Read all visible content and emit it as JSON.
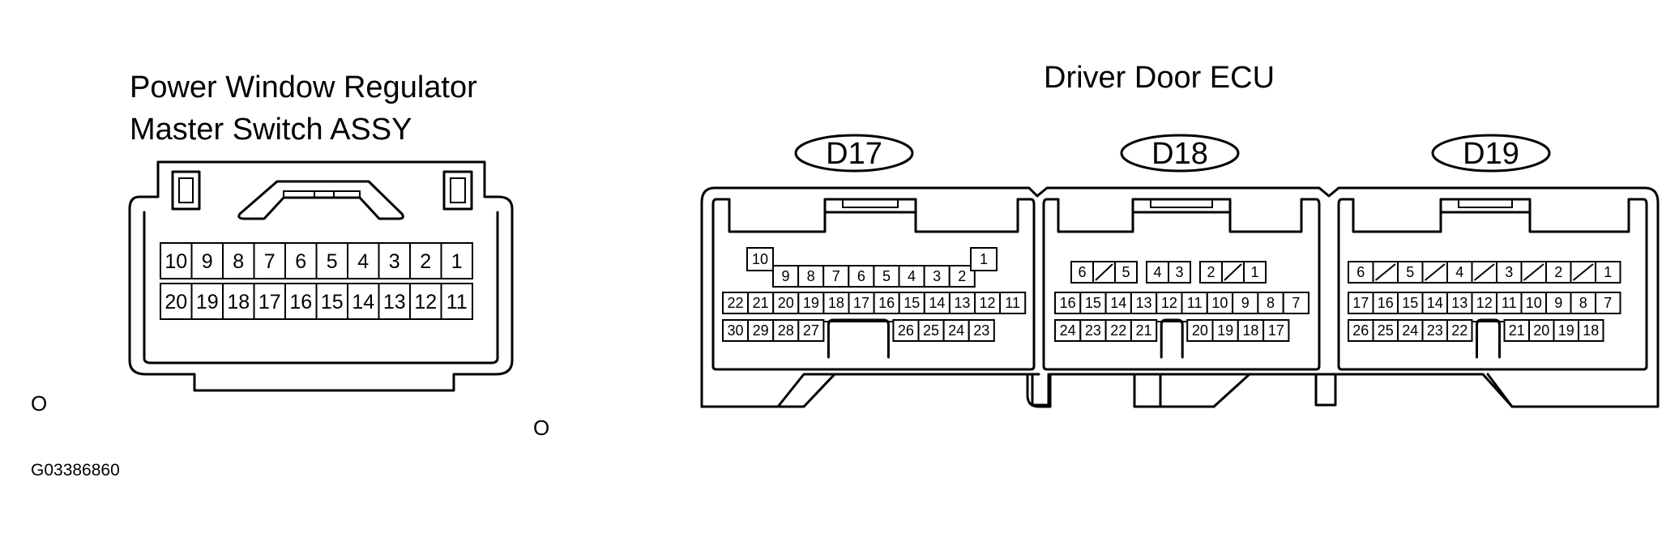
{
  "figure_code": "G03386860",
  "connectors": [
    {
      "id": "master",
      "title_lines": [
        "Power Window Regulator",
        "Master Switch ASSY"
      ],
      "label": "",
      "rows": [
        [
          10,
          9,
          8,
          7,
          6,
          5,
          4,
          3,
          2,
          1
        ],
        [
          20,
          19,
          18,
          17,
          16,
          15,
          14,
          13,
          12,
          11
        ]
      ]
    },
    {
      "id": "d17",
      "label": "D17",
      "rows": [
        [
          10,
          9,
          8,
          7,
          6,
          5,
          4,
          3,
          2,
          1
        ],
        [
          22,
          21,
          20,
          19,
          18,
          17,
          16,
          15,
          14,
          13,
          12,
          11
        ],
        [
          30,
          29,
          28,
          27,
          null,
          26,
          25,
          24,
          23
        ]
      ]
    },
    {
      "id": "d18",
      "label": "D18",
      "rows": [
        [
          6,
          null,
          5,
          4,
          3,
          2,
          null,
          1
        ],
        [
          16,
          15,
          14,
          13,
          12,
          11,
          10,
          9,
          8,
          7
        ],
        [
          24,
          23,
          22,
          21,
          null,
          20,
          19,
          18,
          17
        ]
      ]
    },
    {
      "id": "d19",
      "label": "D19",
      "rows": [
        [
          6,
          null,
          5,
          null,
          4,
          null,
          3,
          null,
          2,
          null,
          1
        ],
        [
          17,
          16,
          15,
          14,
          13,
          12,
          11,
          10,
          9,
          8,
          7
        ],
        [
          26,
          25,
          24,
          23,
          22,
          null,
          21,
          20,
          19,
          18
        ]
      ]
    }
  ],
  "group_title": "Driver Door ECU",
  "side_markers": [
    "O",
    "O"
  ]
}
